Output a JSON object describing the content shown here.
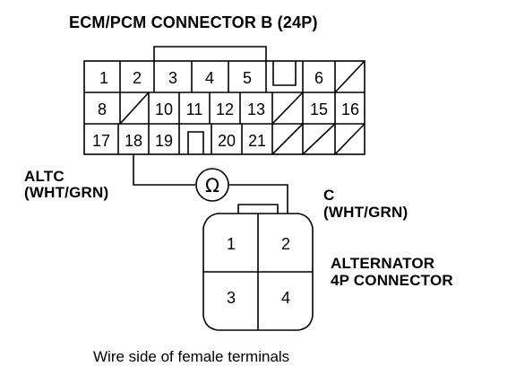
{
  "title": "ECM/PCM CONNECTOR B (24P)",
  "connector_b": {
    "row1": [
      "1",
      "2",
      "3",
      "4",
      "5",
      "",
      "6",
      ""
    ],
    "row2": [
      "8",
      "",
      "10",
      "11",
      "12",
      "13",
      "",
      "15",
      "16"
    ],
    "row3": [
      "17",
      "18",
      "19",
      "",
      "20",
      "21",
      "",
      "",
      ""
    ]
  },
  "altc_label": {
    "line1": "ALTC",
    "line2": "(WHT/GRN)"
  },
  "c_label": {
    "line1": "C",
    "line2": "(WHT/GRN)"
  },
  "meter_symbol": "Ω",
  "alternator": {
    "label_line1": "ALTERNATOR",
    "label_line2": "4P CONNECTOR",
    "terminals": [
      "1",
      "2",
      "3",
      "4"
    ]
  },
  "caption": "Wire side of female terminals"
}
